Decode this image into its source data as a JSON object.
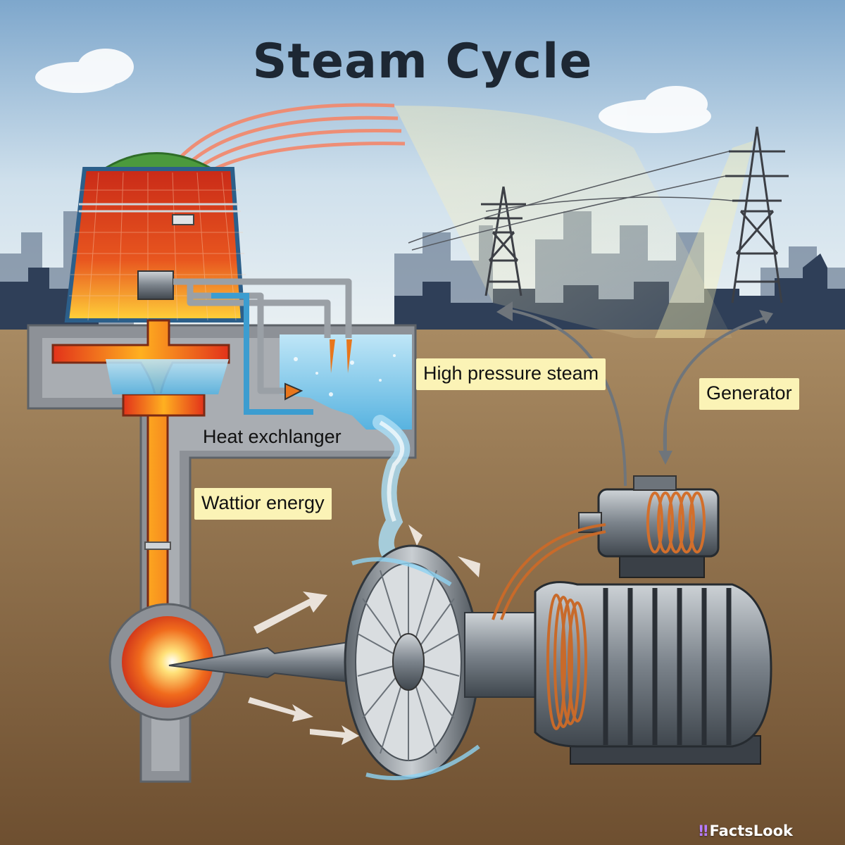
{
  "title": "Steam Cycle",
  "labels": {
    "high_pressure_steam": "High pressure steam",
    "generator": "Generator",
    "heat_exchanger": "Heat exchlanger",
    "water_energy": "Wattior energy"
  },
  "watermark": "FactsLook",
  "colors": {
    "sky_top": "#7ea7cc",
    "sky_bottom": "#dfeaf2",
    "ground": "#8a6a45",
    "reactor_red": "#d63a1f",
    "hot_orange": "#f5a623",
    "water_blue": "#7cc6ea",
    "label_bg": "#fbf3b6",
    "metal": "#5c636b"
  }
}
